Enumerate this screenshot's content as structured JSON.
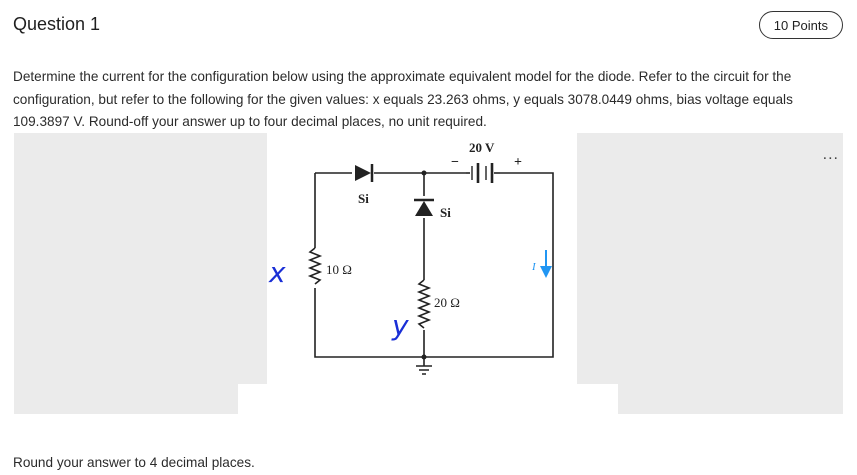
{
  "question": {
    "title": "Question 1",
    "points": "10 Points",
    "prompt": "Determine the current for the configuration below using the approximate equivalent model for the diode. Refer to the circuit for the configuration, but refer to the following for the given values: x equals 23.263 ohms, y equals 3078.0449 ohms, bias voltage equals 109.3897 V. Round-off your answer up to four decimal places, no unit required.",
    "footer": "Round your answer to 4 decimal places.",
    "more_label": "..."
  },
  "circuit": {
    "battery_label": "20 V",
    "battery_minus": "−",
    "battery_plus": "+",
    "diode1_label": "Si",
    "diode2_label": "Si",
    "r1_label": "10 Ω",
    "r2_label": "20 Ω",
    "current_label": "I",
    "handwritten_x": "x",
    "handwritten_y": "y"
  },
  "colors": {
    "handwriting": "#1a2fd6",
    "current_arrow": "#2196f3"
  }
}
